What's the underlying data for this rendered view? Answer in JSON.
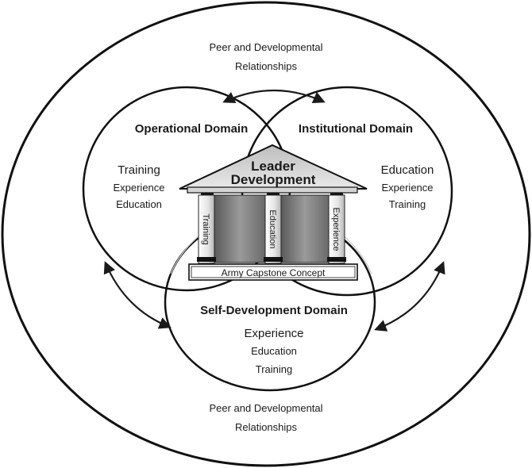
{
  "outer_label_top": [
    "Peer and Developmental",
    "Relationships"
  ],
  "outer_label_bottom": [
    "Peer and Developmental",
    "Relationships"
  ],
  "domains": {
    "operational": {
      "title": "Operational Domain",
      "items": [
        "Training",
        "Experience",
        "Education"
      ]
    },
    "institutional": {
      "title": "Institutional Domain",
      "items": [
        "Education",
        "Experience",
        "Training"
      ]
    },
    "self_development": {
      "title": "Self-Development Domain",
      "items": [
        "Experience",
        "Education",
        "Training"
      ]
    }
  },
  "temple": {
    "roof": [
      "Leader",
      "Development"
    ],
    "pillars": [
      "Training",
      "Education",
      "Experience"
    ],
    "base": "Army Capstone Concept"
  }
}
